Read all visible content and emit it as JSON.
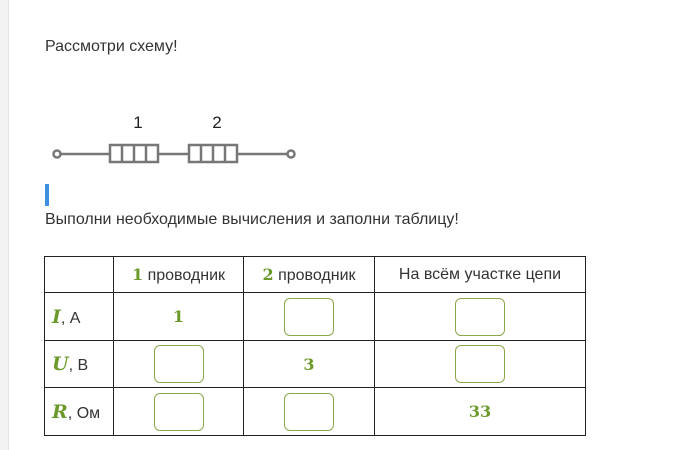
{
  "prompt": "Рассмотри схему!",
  "circuit": {
    "labels": [
      "1",
      "2"
    ]
  },
  "instruction": "Выполни необходимые вычисления и заполни таблицу!",
  "table": {
    "headers": [
      {
        "num": "1",
        "text": " проводник"
      },
      {
        "num": "2",
        "text": " проводник"
      },
      {
        "text": "На всём участке цепи"
      }
    ],
    "rows": [
      {
        "sym": "I",
        "unit": ", А",
        "cells": [
          "1",
          null,
          null
        ]
      },
      {
        "sym": "U",
        "unit": ", В",
        "cells": [
          null,
          "3",
          null
        ]
      },
      {
        "sym": "R",
        "unit": ", Ом",
        "cells": [
          null,
          null,
          "33"
        ]
      }
    ]
  },
  "colors": {
    "accent": "#6b9a2a",
    "marker": "#3f8fe0"
  }
}
